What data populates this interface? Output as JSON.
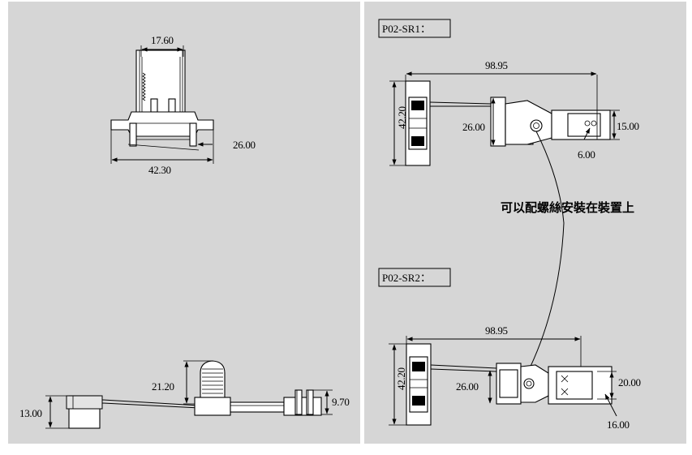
{
  "left_views": {
    "top_view": {
      "width_top": "17.60",
      "width_base": "42.30",
      "side": "26.00"
    },
    "side_view": {
      "height_main": "21.20",
      "height_left": "13.00",
      "height_right": "9.70"
    }
  },
  "right_views": {
    "sr1": {
      "title": "P02-SR1：",
      "length": "98.95",
      "height": "42.20",
      "mid": "26.00",
      "right_h": "15.00",
      "hole": "6.00"
    },
    "sr2": {
      "title": "P02-SR2：",
      "length": "98.95",
      "height": "42.20",
      "mid": "26.00",
      "right_h": "20.00",
      "hole": "16.00"
    },
    "note": "可以配螺絲安裝在裝置上"
  }
}
